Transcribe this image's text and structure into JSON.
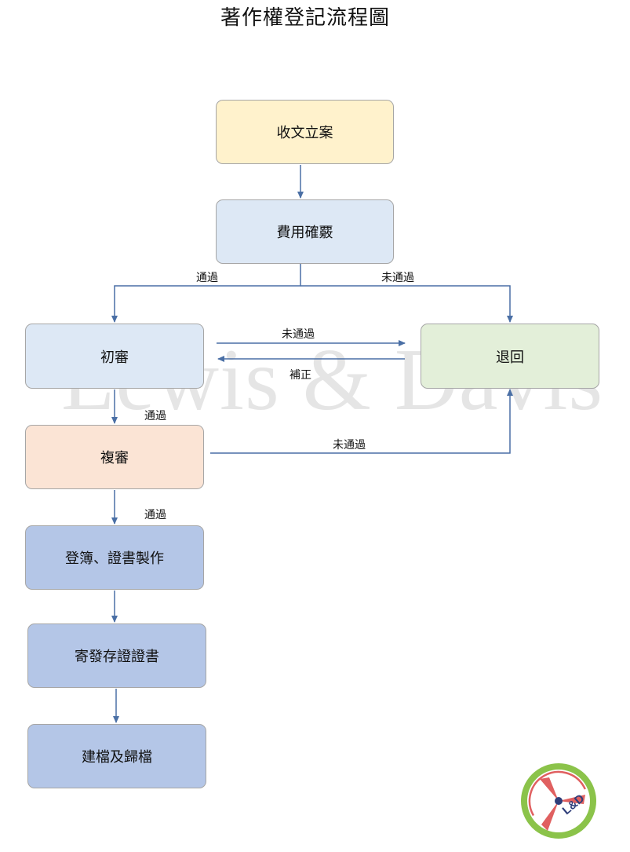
{
  "title": "著作權登記流程圖",
  "watermark": "Lewis & Davis",
  "nodes": {
    "receive": "收文立案",
    "fee": "費用確覈",
    "initial": "初審",
    "reject": "退回",
    "second": "複審",
    "register": "登簿、證書製作",
    "send": "寄發存證證書",
    "archive": "建檔及歸檔"
  },
  "edge_labels": {
    "fee_pass": "通過",
    "fee_fail": "未通過",
    "initial_fail": "未通過",
    "correction": "補正",
    "initial_pass": "通過",
    "second_fail": "未通過",
    "second_pass": "通過"
  },
  "logo": {
    "text": "L&D",
    "ring_color": "#8bc34a",
    "accent_color": "#e06060",
    "text_color": "#2f3e7a"
  },
  "colors": {
    "arrow": "#4a6fa5",
    "yellow": "#fff2cc",
    "light_blue": "#dde8f5",
    "green": "#e3efd9",
    "peach": "#fbe4d5",
    "mid_blue": "#b4c6e7"
  }
}
